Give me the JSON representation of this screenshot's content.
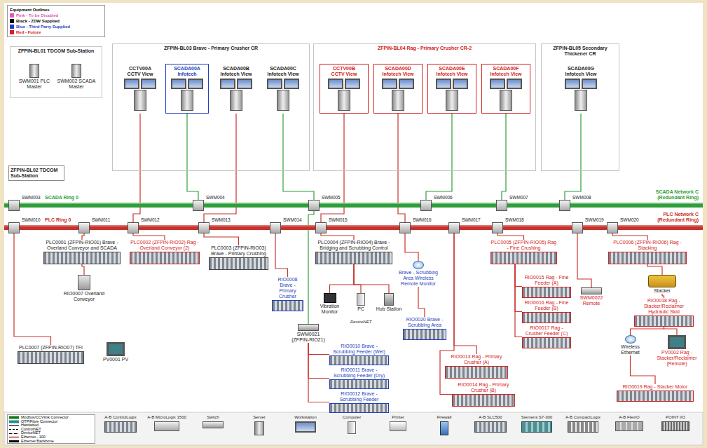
{
  "diagram": {
    "nodes": [
      {
        "text": [
          "ZFPIN-BL01 TDCOM Sub-Station"
        ]
      },
      {
        "text": [
          "SWM001 PLC Master"
        ],
        "in": 0
      },
      {
        "text": [
          "SWM002 SCADA Master"
        ],
        "in": 0
      },
      {
        "text": [
          "ZFPIN-BL03 Brave - Primary Crusher CR"
        ]
      },
      {
        "text": [
          "CCTV00A",
          "CCTV View"
        ],
        "in": 3
      },
      {
        "text": [
          "SCADA00A",
          "Infotech"
        ],
        "in": 3
      },
      {
        "text": [
          "SCADA00B",
          "Infotech View"
        ],
        "in": 3
      },
      {
        "text": [
          "SCADA00C",
          "Infotech View"
        ],
        "in": 3
      },
      {
        "text": [
          "ZFPIN-BL04 Rag - Primary Crusher CR-2"
        ]
      },
      {
        "text": [
          "CCTV00B",
          "CCTV View"
        ],
        "in": 8
      },
      {
        "text": [
          "SCADA00D",
          "Infotech View"
        ],
        "in": 8
      },
      {
        "text": [
          "SCADA00E",
          "Infotech View"
        ],
        "in": 8
      },
      {
        "text": [
          "SCADA00F",
          "Infotech View"
        ],
        "in": 8
      },
      {
        "text": [
          "ZFPIN-BL05 Secondary Thickener CR"
        ]
      },
      {
        "text": [
          "SCADA00G",
          "Infotech View"
        ],
        "in": 13
      },
      {
        "text": [
          "ZFPIN-BL02 TDCOM Sub-Station"
        ]
      },
      {
        "text": [
          "SCADA Ring 0",
          "SCADA Network C (Redundant Ring)"
        ]
      },
      {
        "text": [
          "PLC Ring 0",
          "PLC Network C (Redundant Ring)"
        ]
      },
      {
        "text": [
          "SWM003"
        ]
      },
      {
        "text": [
          "SWM004"
        ]
      },
      {
        "text": [
          "SWM005"
        ]
      },
      {
        "text": [
          "SWM006"
        ]
      },
      {
        "text": [
          "SWM007"
        ]
      },
      {
        "text": [
          "SWM008"
        ]
      },
      {
        "text": [
          "SWM010"
        ]
      },
      {
        "text": [
          "SWM011"
        ]
      },
      {
        "text": [
          "SWM012"
        ]
      },
      {
        "text": [
          "SWM013"
        ]
      },
      {
        "text": [
          "SWM014"
        ]
      },
      {
        "text": [
          "SWM015"
        ]
      },
      {
        "text": [
          "SWM016"
        ]
      },
      {
        "text": [
          "SWM017"
        ]
      },
      {
        "text": [
          "SWM018"
        ]
      },
      {
        "text": [
          "SWM019"
        ]
      },
      {
        "text": [
          "SWM020"
        ]
      },
      {
        "text": [
          "PLC0001 (ZFPIN-RIO01) Brave - Overland Conveyor and SCADA"
        ]
      },
      {
        "text": [
          "PLC0002 (ZFPIN-RIO02) Rag - Overland Conveyor (2)"
        ]
      },
      {
        "text": [
          "PLC0003 (ZFPIN-RIO03) Brave - Primary Crushing"
        ]
      },
      {
        "text": [
          "PLC0004 (ZFPIN-RIO04) Brave - Bridging and Scrubbing Control"
        ]
      },
      {
        "text": [
          "PLC0005 (ZFPIN-RIO05) Rag - Fine Crushing"
        ]
      },
      {
        "text": [
          "PLC0006 (ZFPIN-RIO06) Rag - Stacking"
        ]
      },
      {
        "text": [
          "RIO0007 Overland Conveyor"
        ]
      },
      {
        "text": [
          "PLC0007 (ZFPIN-RIO07) TFI"
        ]
      },
      {
        "text": [
          "PV0001 PV"
        ]
      },
      {
        "text": [
          "RIO0008 Brave - Primary Crusher"
        ]
      },
      {
        "text": [
          "Vibration Monitor"
        ]
      },
      {
        "text": [
          "PC"
        ]
      },
      {
        "text": [
          "Hub Station"
        ]
      },
      {
        "text": [
          "Brave - Scrubbing Area Wireless Remote Monitor"
        ]
      },
      {
        "text": [
          "RIO0020 Brave - Scrubbing Area"
        ]
      },
      {
        "text": [
          "SWM0021 (ZFPIN-RIO21)"
        ]
      },
      {
        "text": [
          "RIO0010 Brave - Scrubbing Feeder (Wet)"
        ]
      },
      {
        "text": [
          "RIO0011 Brave - Scrubbing Feeder (Dry)"
        ]
      },
      {
        "text": [
          "RIO0012 Brave - Scrubbing Feeder"
        ]
      },
      {
        "text": [
          "RIO0013 Rag - Primary Crusher (A)"
        ]
      },
      {
        "text": [
          "RIO0014 Rag - Primary Crusher (B)"
        ]
      },
      {
        "text": [
          "RIO0015 Rag - Fine Feeder (A)"
        ]
      },
      {
        "text": [
          "RIO0016 Rag - Fine Feeder (B)"
        ]
      },
      {
        "text": [
          "RIO0017 Rag - Crusher Feeder (C)"
        ]
      },
      {
        "text": [
          "SWM0022 Remote"
        ]
      },
      {
        "text": [
          "Stacker"
        ]
      },
      {
        "text": [
          "RIO0018 Rag - Stacker/Reclaimer Hydraulic Skid"
        ]
      },
      {
        "text": [
          "Wireless Ethernet"
        ]
      },
      {
        "text": [
          "PV0002 Rag - Stacker/Reclaimer (Remote)"
        ]
      },
      {
        "text": [
          "RIO0019 Rag - Stacker Motor"
        ]
      }
    ],
    "edges": [
      {
        "from": 4,
        "to": 26,
        "arrow": "none"
      },
      {
        "from": 5,
        "to": 19,
        "arrow": "none"
      },
      {
        "from": 6,
        "to": 27,
        "arrow": "none"
      },
      {
        "from": 7,
        "to": 20,
        "arrow": "none"
      },
      {
        "from": 9,
        "to": 29,
        "arrow": "none"
      },
      {
        "from": 10,
        "to": 30,
        "arrow": "none"
      },
      {
        "from": 11,
        "to": 21,
        "arrow": "none"
      },
      {
        "from": 12,
        "to": 22,
        "arrow": "none"
      },
      {
        "from": 14,
        "to": 23,
        "arrow": "none"
      },
      {
        "from": 24,
        "to": 42,
        "arrow": "none"
      },
      {
        "from": 25,
        "to": 35,
        "arrow": "none"
      },
      {
        "from": 26,
        "to": 36,
        "arrow": "none"
      },
      {
        "from": 27,
        "to": 37,
        "arrow": "none"
      },
      {
        "from": 28,
        "to": 44,
        "arrow": "none"
      },
      {
        "from": 29,
        "to": 38,
        "arrow": "none"
      },
      {
        "from": 38,
        "to": 45,
        "arrow": "none"
      },
      {
        "from": 38,
        "to": 46,
        "arrow": "none"
      },
      {
        "from": 38,
        "to": 47,
        "arrow": "none"
      },
      {
        "from": 20,
        "to": 50,
        "arrow": "none"
      },
      {
        "from": 50,
        "to": 51,
        "arrow": "none"
      },
      {
        "from": 50,
        "to": 52,
        "arrow": "none"
      },
      {
        "from": 50,
        "to": 53,
        "arrow": "none"
      },
      {
        "from": 30,
        "to": 48,
        "arrow": "none"
      },
      {
        "from": 48,
        "to": 49,
        "arrow": "none"
      },
      {
        "from": 31,
        "to": 54,
        "arrow": "none"
      },
      {
        "from": 31,
        "to": 55,
        "arrow": "none"
      },
      {
        "from": 32,
        "to": 39,
        "arrow": "none"
      },
      {
        "from": 39,
        "to": 56,
        "arrow": "none"
      },
      {
        "from": 39,
        "to": 57,
        "arrow": "none"
      },
      {
        "from": 39,
        "to": 58,
        "arrow": "none"
      },
      {
        "from": 33,
        "to": 59,
        "arrow": "none"
      },
      {
        "from": 34,
        "to": 40,
        "arrow": "none"
      },
      {
        "from": 40,
        "to": 60,
        "arrow": "none"
      },
      {
        "from": 60,
        "to": 61,
        "arrow": "none"
      },
      {
        "from": 61,
        "to": 62,
        "arrow": "none"
      },
      {
        "from": 61,
        "to": 63,
        "arrow": "none"
      },
      {
        "from": 62,
        "to": 64,
        "arrow": "none"
      },
      {
        "from": 35,
        "to": 41,
        "arrow": "none"
      }
    ],
    "labels": [
      "Equipment Outlines",
      "A-B ControlLogix",
      "A-B MicroLogix 1500",
      "Switch",
      "Server",
      "Workstation",
      "Computer",
      "Printer",
      "Firewall",
      "A-B SLC500",
      "Siemens S7-300",
      "A-B CompactLogix",
      "A-B FlexIO",
      "POINT I/O",
      "DeviceNET"
    ],
    "legend": [
      {
        "text": "Pink - To be Disabled",
        "color": "#e05ab4"
      },
      {
        "text": "Black - ZDW Supplied",
        "color": "#000000"
      },
      {
        "text": "Blue - Third Party Supplied",
        "color": "#1f3fbf"
      },
      {
        "text": "Red - Future",
        "color": "#d42020"
      },
      {
        "text": "Modbus/CCVlink Connector"
      },
      {
        "text": "OTP/Fibre Connector"
      },
      {
        "text": "Hardwired"
      },
      {
        "text": "ControlNET"
      },
      {
        "text": "DeviceNET"
      },
      {
        "text": "Ethernet - 100"
      },
      {
        "text": "Ethernet Backbone"
      }
    ]
  }
}
